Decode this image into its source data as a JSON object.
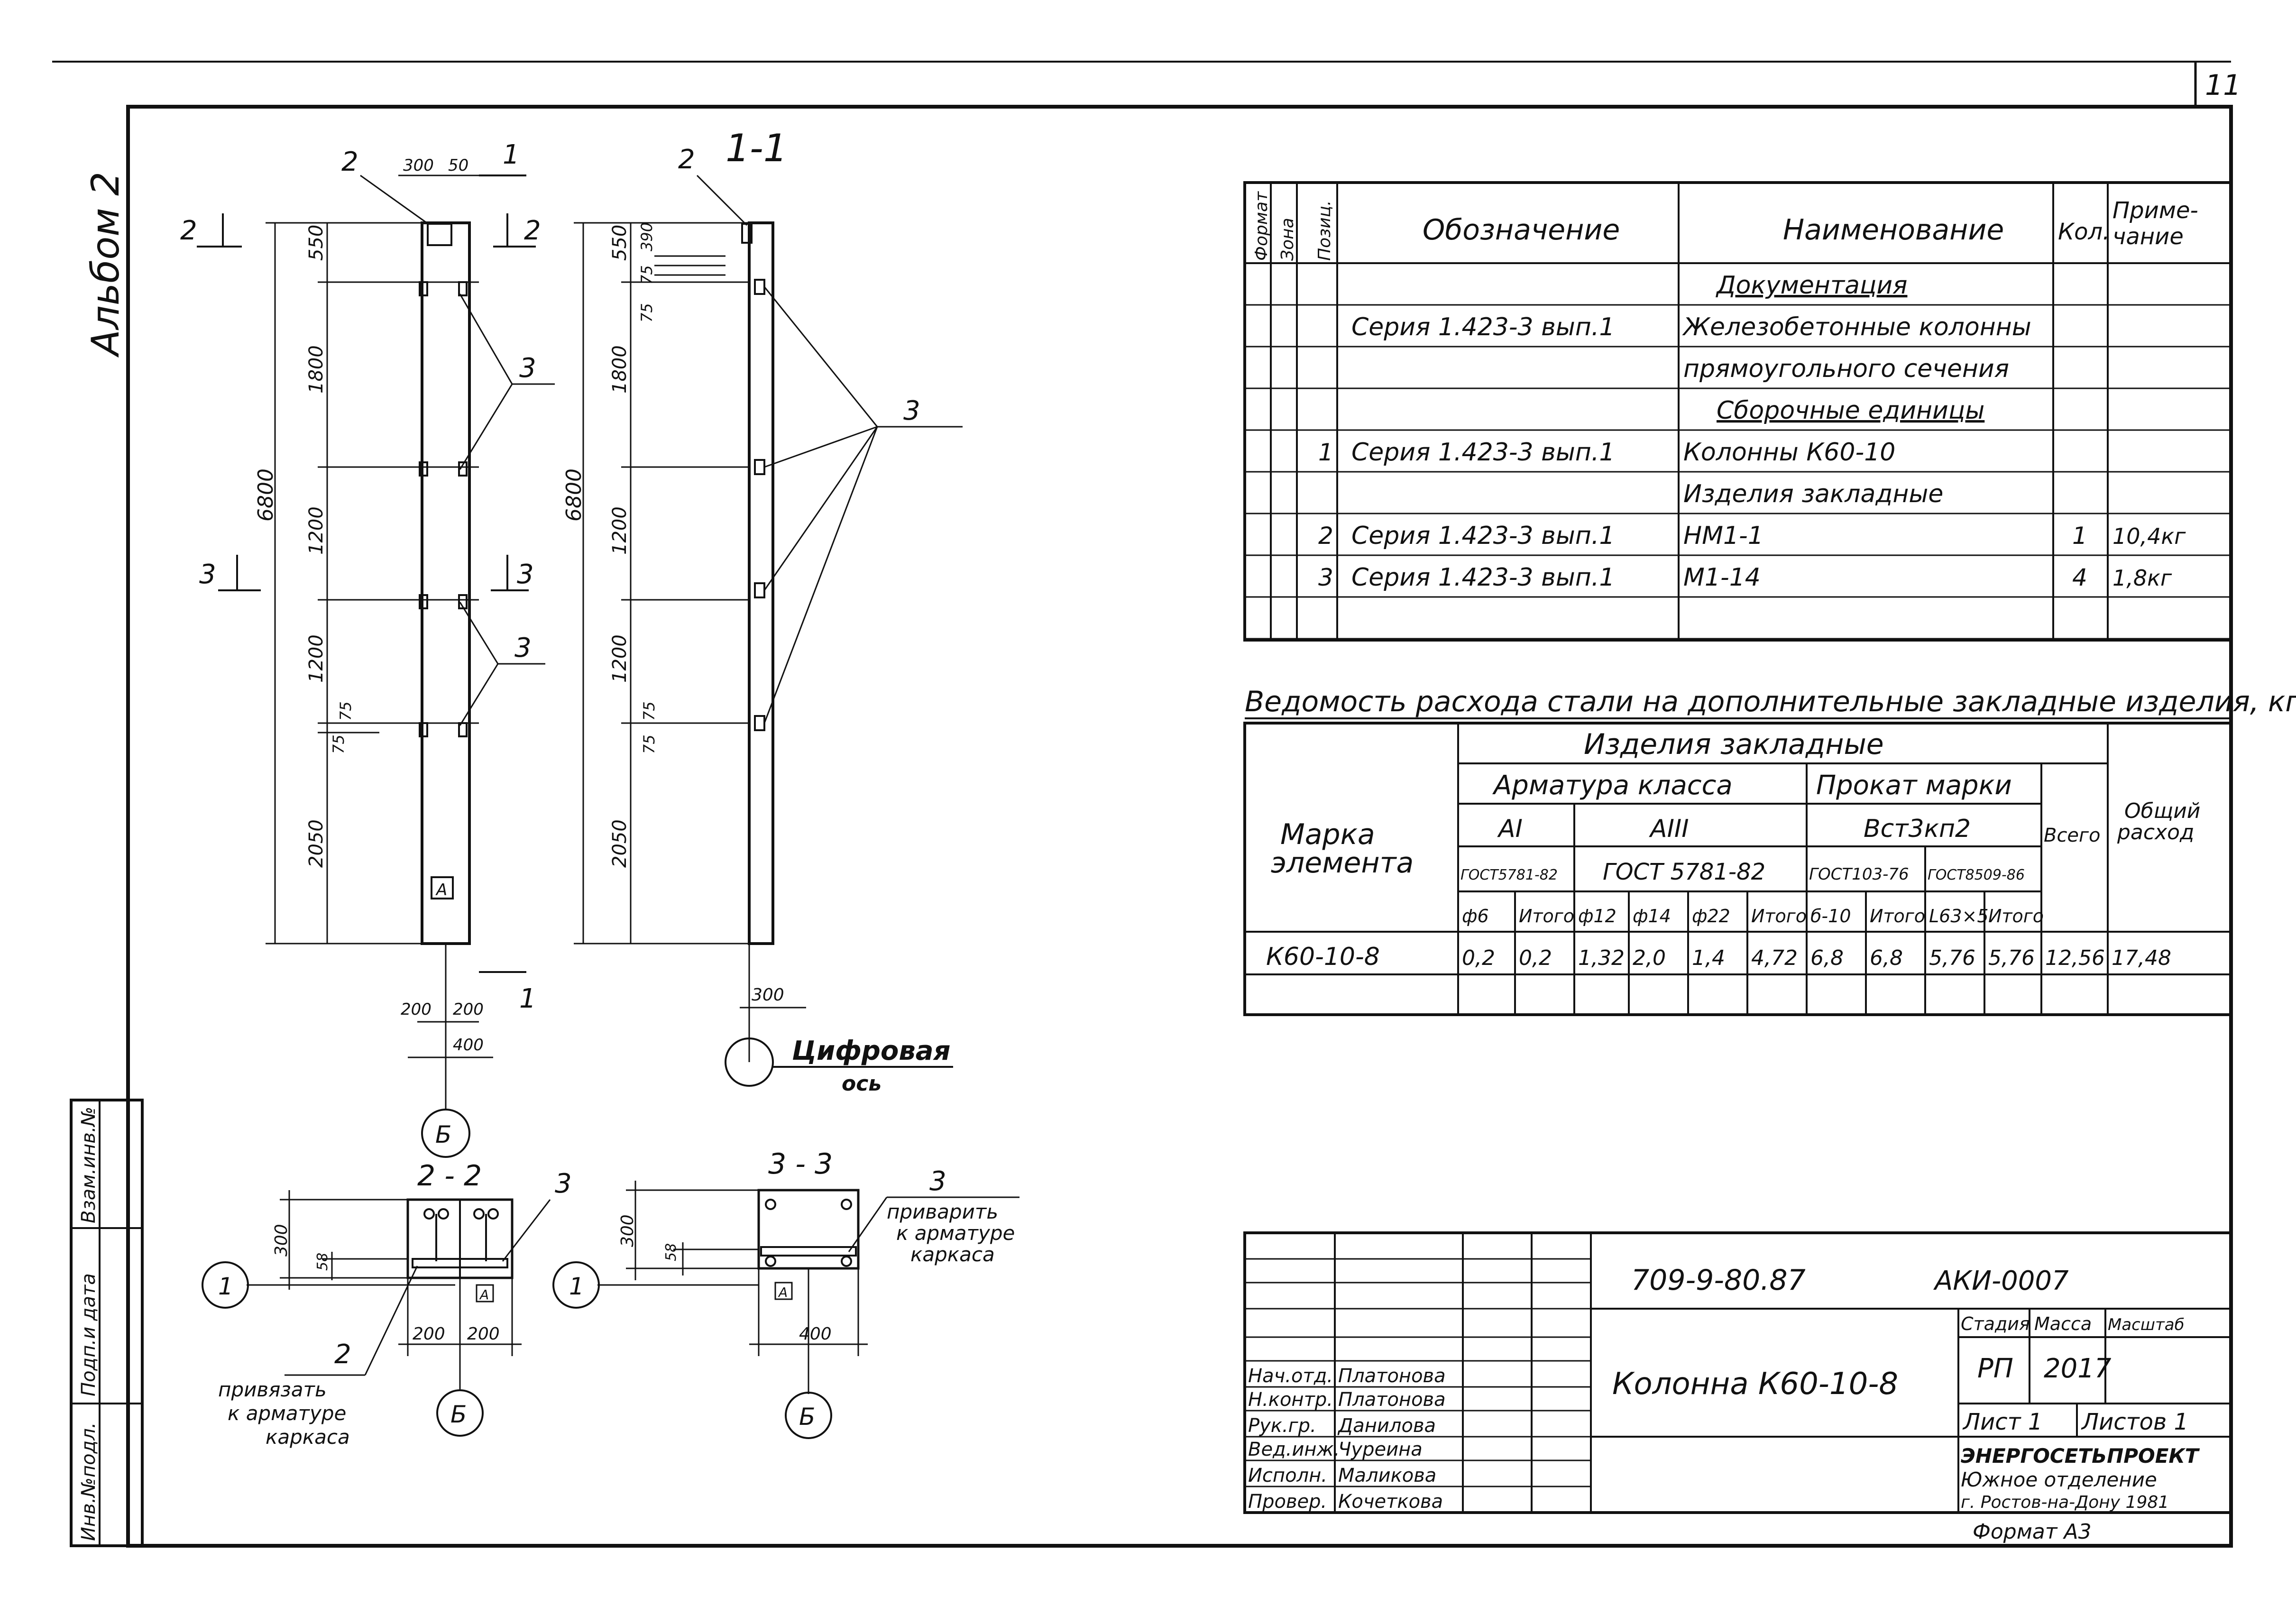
{
  "sheet": {
    "number": "11",
    "album": "Альбом 2"
  },
  "elevation": {
    "label_2": "2",
    "label_1": "1",
    "label_3": "3",
    "label_A": "А",
    "dims_top": [
      "300",
      "50"
    ],
    "total": "6800",
    "segments": [
      "550",
      "1800",
      "1200",
      "1200",
      "2050"
    ],
    "small": [
      "75",
      "75"
    ],
    "dims_bottom": [
      "200",
      "200"
    ],
    "dim_width": "400",
    "axis": "Б"
  },
  "section11": {
    "title": "1-1",
    "label_2": "2",
    "label_3": "3",
    "total": "6800",
    "segments": [
      "550",
      "1800",
      "1200",
      "1200",
      "2050"
    ],
    "top_small": [
      "390",
      "75",
      "75"
    ],
    "small": [
      "75",
      "75"
    ],
    "dim_bottom": "300",
    "axis_label": "Цифровая",
    "axis_label2": "ось"
  },
  "section22": {
    "title": "2 - 2",
    "dim_h": "300",
    "dim_s": "58",
    "label_3": "3",
    "label_2": "2",
    "label_A": "А",
    "dims_w": [
      "200",
      "200"
    ],
    "axis_1": "1",
    "axis_B": "Б",
    "note": [
      "привязать",
      "к арматуре",
      "каркаса"
    ]
  },
  "section33": {
    "title": "3 - 3",
    "dim_h": "300",
    "dim_s": "58",
    "label_3": "3",
    "label_A": "А",
    "dim_w": "400",
    "axis_1": "1",
    "axis_B": "Б",
    "note": [
      "приварить",
      "к арматуре",
      "каркаса"
    ]
  },
  "spec_table": {
    "headers": [
      "Формат",
      "Зона",
      "Позиц.",
      "Обозначение",
      "Наименование",
      "Кол.",
      "Приме-",
      "чание"
    ],
    "rows": [
      {
        "pos": "",
        "oboz": "",
        "name": "Документация",
        "kol": "",
        "prim": "",
        "underline": true
      },
      {
        "pos": "",
        "oboz": "Серия 1.423-3 вып.1",
        "name": "Железобетонные колонны",
        "kol": "",
        "prim": ""
      },
      {
        "pos": "",
        "oboz": "",
        "name": "прямоугольного сечения",
        "kol": "",
        "prim": ""
      },
      {
        "pos": "",
        "oboz": "",
        "name": "Сборочные единицы",
        "kol": "",
        "prim": "",
        "underline": true
      },
      {
        "pos": "1",
        "oboz": "Серия 1.423-3 вып.1",
        "name": "Колонны К60-10",
        "kol": "",
        "prim": ""
      },
      {
        "pos": "",
        "oboz": "",
        "name": "Изделия закладные",
        "kol": "",
        "prim": ""
      },
      {
        "pos": "2",
        "oboz": "Серия 1.423-3 вып.1",
        "name": "НМ1-1",
        "kol": "1",
        "prim": "10,4кг"
      },
      {
        "pos": "3",
        "oboz": "Серия 1.423-3 вып.1",
        "name": "М1-14",
        "kol": "4",
        "prim": "1,8кг"
      },
      {
        "pos": "",
        "oboz": "",
        "name": "",
        "kol": "",
        "prim": ""
      }
    ]
  },
  "steel_table": {
    "title": "Ведомость расхода стали на дополнительные закладные изделия, кг",
    "h_izd": "Изделия закладные",
    "h_arm": "Арматура класса",
    "h_prok": "Прокат марки",
    "h_AI": "АI",
    "h_AIII": "АIII",
    "h_vst": "Вст3кп2",
    "h_gost1": "ГОСТ5781-82",
    "h_gost2": "ГОСТ 5781-82",
    "h_gost3": "ГОСТ103-76",
    "h_gost4": "ГОСТ8509-86",
    "h_mark": [
      "Марка",
      "элемента"
    ],
    "h_total": "Всего",
    "h_obsh": [
      "Общий",
      "расход"
    ],
    "cols": [
      "ф6",
      "Итого",
      "ф12",
      "ф14",
      "ф22",
      "Итого",
      "б-10",
      "Итого",
      "L63×5",
      "Итого"
    ],
    "row": {
      "mark": "К60-10-8",
      "values": [
        "0,2",
        "0,2",
        "1,32",
        "2,0",
        "1,4",
        "4,72",
        "6,8",
        "6,8",
        "5,76",
        "5,76",
        "12,56",
        "17,48"
      ]
    }
  },
  "title_block": {
    "code": "709-9-80.87",
    "code2": "АКИ-0007",
    "name": "Колонна К60-10-8",
    "stage_h": "Стадия",
    "mass_h": "Масса",
    "scale_h": "Масштаб",
    "stage": "РП",
    "year": "2017",
    "sheet": "Лист 1",
    "sheets": "Листов 1",
    "org": [
      "ЭНЕРГОСЕТЬПРОЕКТ",
      "Южное отделение",
      "г. Ростов-на-Дону 1981"
    ],
    "format": "Формат А3",
    "staff": [
      {
        "role": "Нач.отд.",
        "name": "Платонова"
      },
      {
        "role": "Н.контр.",
        "name": "Платонова"
      },
      {
        "role": "Рук.гр.",
        "name": "Данилова"
      },
      {
        "role": "Вед.инж.",
        "name": "Чуреина"
      },
      {
        "role": "Исполн.",
        "name": "Маликова"
      },
      {
        "role": "Провер.",
        "name": "Кочеткова"
      }
    ]
  },
  "side_stamp": [
    "Инв.№подл.",
    "Подп.и дата",
    "Взам.инв.№"
  ]
}
